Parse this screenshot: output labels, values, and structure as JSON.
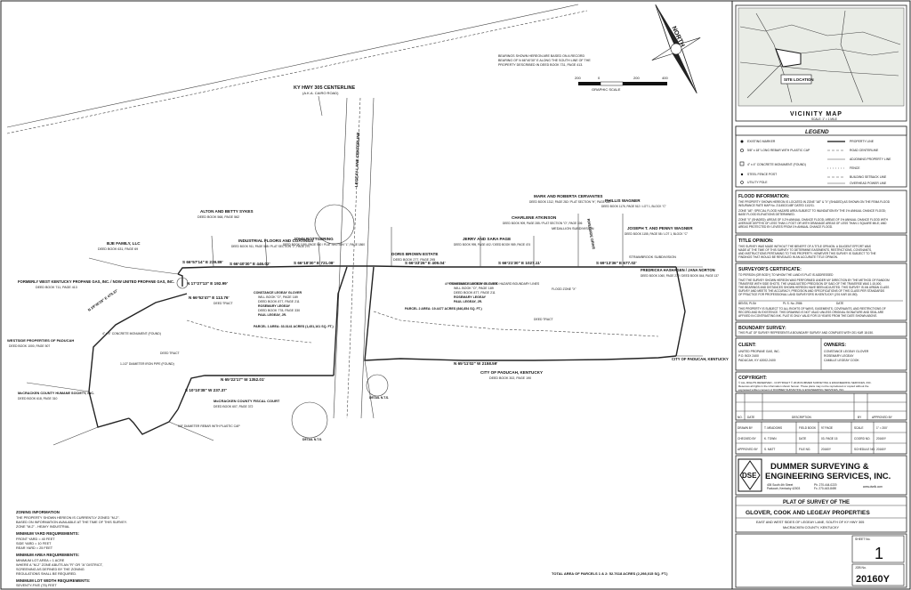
{
  "roads": {
    "ky_hwy_305": "KY HWY 305 CENTERLINE",
    "ky_hwy_305_aka": "(A.K.A. CAIRO ROAD)",
    "legeay_lane": "LEGEAY LANE CENTERLINE"
  },
  "bearing_note": [
    "BEARINGS SHOWN HEREON ARE BASED ON A RECORD",
    "BEARING OF N 66°40'30\" E ALONG THE SOUTH LINE OF THE",
    "PROPERTY DESCRIBED IN DEED BOOK 731, PAGE 413."
  ],
  "graphic_scale": {
    "ticks": [
      "200",
      "0",
      "200",
      "400"
    ],
    "label": "GRAPHIC SCALE"
  },
  "north": "NORTH",
  "owners_map": [
    {
      "name": "BJE FAMILY, LLC",
      "deed": "DEED BOOK 631, PAGE 69"
    },
    {
      "name": "ALTON AND BETTY SYKES",
      "deed": "DEED BOOK 568, PAGE 562"
    },
    {
      "name": "INDUSTRIAL FLOORS AND COATINGS",
      "deed": "DEED BOOK 911, PAGE 588 / PLAT SECTION \"J\", PAGE 270"
    },
    {
      "name": "JOHN ROTTGERING",
      "deed": "DEED BOOK 1190, PAGE 540 / PLAT SECTION \"L\", PAGE 1860"
    },
    {
      "name": "DORIS BROWN ESTATE",
      "deed": "DEED BOOK 277, PAGE 295"
    },
    {
      "name": "JERRY AND SARA PAGE",
      "deed": "DEED BOOK 995, PAGE 402 / DEED BOOK 989, PAGE 474"
    },
    {
      "name": "CHARLENE ATKINSON",
      "deed": "DEED BOOK 909, PAGE 285 / PLAT SECTION \"O\", PAGE 306"
    },
    {
      "name": "MARK AND ROBERTA CERVANTES",
      "deed": "DEED BOOK 1312, PAGE 282 / PLAT SECTION \"H\", PAGE 160"
    },
    {
      "name": "PHILLIS WAGNER",
      "deed": "DEED BOOK 1176, PAGE 512 / LOT 1, BLOCK \"C\""
    },
    {
      "name": "JOSEPH T. AND PENNY WAGNER",
      "deed": "DEED BOOK 1155, PAGE 58 / LOT 1, BLOCK \"C\""
    },
    {
      "name": "FREDRICKA HASHAGEN / JANA NORTON",
      "deed": "DEED BOOK 1060, PAGE 272 / DEED BOOK 844, PAGE 137"
    },
    {
      "name": "FORMERLY WEST KENTUCKY PROPANE GAS, INC. / NOW UNITED PROPANE GAS, INC.",
      "deed": "DEED BOOK 711, PAGE 413"
    },
    {
      "name": "WESTSIDE PROPERTIES OF PADUCAH",
      "deed": "DEED BOOK 1000, PAGE 507"
    },
    {
      "name": "McCRACKEN COUNTY HUMANE SOCIETY, INC.",
      "deed": "DEED BOOK 618, PAGE 310"
    },
    {
      "name": "McCRACKEN COUNTY FISCAL COURT",
      "deed": "DEED BOOK 607, PAGE 372"
    },
    {
      "name": "CITY OF PADUCAH, KENTUCKY",
      "deed": "DEED BOOK 302, PAGE 190"
    }
  ],
  "subdivisions": [
    "MEDALLION SUBDIVISION",
    "STRAWBROOK SUBDIVISION",
    "RIVERSIDE DRIVE"
  ],
  "bearings": [
    "S 66°57'14\" E 239.89'",
    "S 66°40'30\" E 446.02'",
    "S 66°18'30\" E 721.08'",
    "S 66°33'26\" E 409.04'",
    "S 66°21'30\" E 1027.11'",
    "S 69°13'36\" E 677.02'",
    "N 17°27'13\" E 192.99'",
    "N 66°52'47\" E 113.76'",
    "N 65°22'17\" W 1352.01'",
    "N 65°11'02\" W 2158.59'",
    "S 10°10'38\" W 237.37'",
    "N 29°45'28\" E 479.37'"
  ],
  "parcels": [
    {
      "title": "CONSTANCE LEGEAY GLOVER",
      "lines": [
        "WILL BOOK \"O\", PAGE 189",
        "DEED BOOK 877, PAGE 211",
        "ROSEMARY LEGEAY",
        "DEED BOOK 778, PAGE 330",
        "PAUL LEGEAY, JR."
      ],
      "area": "PARCEL 1 AREA: 33.3141 ACRES (1,451,161 SQ. FT.)"
    },
    {
      "title": "CONSTANCE LEGEAY GLOVER",
      "lines": [
        "WILL BOOK \"O\", PAGE 189",
        "DEED BOOK 877, PAGE 211",
        "ROSEMARY LEGEAY",
        "PAUL LEGEAY, JR."
      ],
      "area": "PARCEL 2 AREA: 19.4477 ACRES (846,854 SQ. FT.)"
    }
  ],
  "vicinity": {
    "title": "VICINITY MAP",
    "scale": "SCALE: 1\" = 1 MILE",
    "site": "SITE LOCATION"
  },
  "legend": {
    "title": "LEGEND",
    "items": [
      "EXISTING MARKER",
      "PROPERTY LINE",
      "5/8\" x 18\" LONG REBAR WITH PLASTIC CAP",
      "ROAD CENTERLINE",
      "ADJOINING PROPERTY LINE",
      "4\" x 4\" CONCRETE MONUMENT (FOUND)",
      "FENCE",
      "STEEL FENCE POST",
      "BUILDING SETBACK LINE",
      "UTILITY POLE",
      "OVERHEAD POWER LINE"
    ]
  },
  "flood": {
    "title": "FLOOD INFORMATION:",
    "text": [
      "THE PROPERTY SHOWN HEREON IS LOCATED IN ZONE \"AE\" & \"X\" (SHADED) AS SHOWN ON THE FEMA FLOOD",
      "INSURANCE RATE MAP No. 21145C0145F DATED 11/2/11.",
      "ZONE \"AE\": SPECIAL FLOOD HAZARD AREA SUBJECT TO INUNDATION BY THE 1% ANNUAL CHANCE FLOOD;",
      "BASE FLOOD ELEVATIONS DETERMINED.",
      "ZONE \"X\" (SHADED): AREAS OF 0.2% ANNUAL CHANCE FLOOD; AREAS OF 1% ANNUAL CHANCE FLOOD WITH",
      "AVERAGE DEPTHS OF LESS THAN 1 FOOT OR WITH DRAINAGE AREAS OF LESS THAN 1 SQUARE MILE; AND",
      "AREAS PROTECTED BY LEVEES FROM 1% ANNUAL CHANCE FLOOD."
    ]
  },
  "title_opinion": {
    "title": "TITLE OPINION:",
    "text": [
      "THIS SURVEY WAS MADE WITHOUT THE BENEFIT OF A TITLE OPINION. A DILIGENT EFFORT WAS",
      "MADE AT THE TIME OF THIS SURVEY TO DETERMINE EASEMENTS, RESTRICTIONS, COVENANTS,",
      "AND INSTRUCTIONS PERTAINING TO THIS PROPERTY. HOWEVER THIS SURVEY IS SUBJECT TO THE",
      "FINDINGS THAT WOULD BE REVEALED IN AN ACCURATE TITLE OPINION."
    ]
  },
  "surveyor": {
    "title": "SURVEYOR'S CERTIFICATE:",
    "text": [
      "TO PERSON (OR BODY) TO WHOM THE LAND IS PLAT IS ADDRESSED",
      "THAT THE SURVEY SHOWN HEREON WAS PERFORMED UNDER MY DIRECTION BY THE METHOD OF RANDOM",
      "TRAVERSE WITH SIDE SHOTS. THE UNADJUSTED PRECISION OF SAID OF THE TRAVERSE WAS 1:15,000.",
      "THE BEARINGS AND DISTANCES SHOWN HEREON HAVE BEEN ADJUSTED. THIS SURVEY IS AN URBAN CLASS",
      "SURVEY AND MEETS THE ACCURACY, PRECISION AND SPECIFICATIONS OF THIS CLASS PER STANDARDS",
      "OF PRACTICE FOR PROFESSIONAL LAND SURVEYORS IN KENTUCKY (201 KAR 18:150)."
    ],
    "sign": [
      "BENTA, PLS#",
      "PL S. No. 2986",
      "DATE"
    ],
    "text2": [
      "THIS PROPERTY IS SUBJECT TO ALL RIGHTS OF WAYS, EASEMENTS, COVENANTS, AND RESTRICTIONS OF",
      "RECORD AND IN EXISTENCE. THIS DRAWING IS NOT VALID UNLESS ORIGINAL SIGNATURE AND SEAL ARE",
      "AFFIXED IN CONTRASTING INK. PLAT IS ONLY VALID FOR 15 YEARS FROM THE DATE SHOWN ABOVE."
    ]
  },
  "boundary": {
    "title": "BOUNDARY SURVEY:",
    "text": "THIS PLAT OF SURVEY REPRESENTS A BOUNDARY SURVEY AND COMPLIES WITH 201 KAR 18:150."
  },
  "client": {
    "title": "CLIENT:",
    "lines": [
      "UNITED PROPANE GAS, INC.",
      "P.O. BOX 2400",
      "PADUCAH, KY 42002-2400"
    ]
  },
  "owners": {
    "title": "OWNERS:",
    "lines": [
      "CONSTANCE LEGEAY GLOVER",
      "ROSEMARY LEGEAY",
      "CAMILLE LEGEAY COOK"
    ]
  },
  "copyright": {
    "title": "COPYRIGHT:",
    "text": [
      "© ALL RIGHTS RESERVED - COPYRIGHT © 2018 DUMMER SURVEYING & ENGINEERING SERVICES, INC.",
      "Reserves all rights in the information shown hereon. These plans may not be reproduced or copied without the",
      "expressed written consent of DUMMER SURVEYING & ENGINEERING SERVICES, INC."
    ]
  },
  "rev_table": {
    "headers": [
      "NO.",
      "DATE",
      "DESCRIPTION",
      "BY",
      "APPROVED BY"
    ]
  },
  "info_table": [
    [
      "DRAWN BY",
      "T. MEADOWS",
      "FIELD BOOK",
      "97 PAGE",
      "SCALE",
      "1\" = 200'"
    ],
    [
      "CHECKED BY",
      "K. TOWN",
      "DATE",
      "03. PAGE 15",
      "COORD NO.",
      "20160Y"
    ],
    [
      "APPROVED BY",
      "S. MATT",
      "FILE NO.",
      "20160Y",
      "SCHEDULE NO.",
      "20160Y"
    ]
  ],
  "firm": {
    "name_1": "DUMMER SURVEYING &",
    "name_2": "ENGINEERING SERVICES, INC.",
    "logo": "DSE",
    "address": [
      "405 South 4th Street",
      "Paducah, Kentucky 42003"
    ],
    "phone": [
      "Ph. 270-444-0220",
      "Fx. 270-443-8490"
    ],
    "web": "www.dselk.com"
  },
  "plat_title": {
    "line1": "PLAT OF SURVEY OF THE",
    "line2": "GLOVER, COOK AND LEGEAY PROPERTIES",
    "line3": "EAST AND WEST SIDES OF LEGEAY LANE, SOUTH OF KY HWY 305",
    "line4": "McCRACKEN COUNTY, KENTUCKY"
  },
  "sheet": {
    "label": "SHEET No.",
    "value": "1",
    "job_label": "JOB No.",
    "job": "20160Y"
  },
  "total_area": "TOTAL AREA OF PARCELS 1 & 2: 52.7618 ACRES (2,298,015 SQ. FT.)",
  "zoning": {
    "title": "ZONING INFORMATION",
    "text": [
      "THE PROPERTY SHOWN HEREON IS CURRENTLY ZONED \"M-2\".",
      "BASED ON INFORMATION AVAILABLE AT THE TIME OF THIS SURVEY.",
      "ZONE \"M-2\" - HEAVY INDUSTRIAL"
    ],
    "yard_title": "MINIMUM YARD REQUIREMENTS:",
    "yard": [
      "FRONT YARD = 40 FEET",
      "SIDE YARD = 10 FEET",
      "REAR YARD = 25 FEET"
    ],
    "area_title": "MINIMUM AREA REQUIREMENTS:",
    "area": [
      "MINIMUM LOT AREA = 1 ACRE",
      "WHERE A \"M-2\" ZONE ABUTS AN \"R\" OR \"A\" DISTRICT,",
      "SCREENING AS DEFINED BY THE ZONING",
      "REGULATIONS SHALL BE REQUIRED."
    ],
    "width_title": "MINIMUM LOT WIDTH REQUIREMENTS:",
    "width": [
      "SEVENTY-FIVE (75) FEET"
    ]
  },
  "misc_labels": [
    "DEED TRACT",
    "5/8\" DIAMETER REBAR WITH PLASTIC CAP",
    "1-1/2\" DIAMETER IRON PIPE (FOUND)",
    "4\" x 4\" CONCRETE MONUMENT (FOUND)",
    "APPROXIMATE LOCATION OF FLOOD HAZARD BOUNDARY LINES",
    "FLOOD ZONE \"X\"",
    "DETAIL N.T.S."
  ]
}
